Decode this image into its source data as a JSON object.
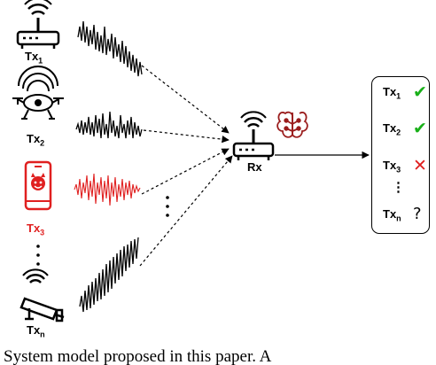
{
  "transmitters": [
    {
      "name": "Tx",
      "index": "1",
      "icon": "router-icon",
      "color": "#000000"
    },
    {
      "name": "Tx",
      "index": "2",
      "icon": "drone-icon",
      "color": "#000000"
    },
    {
      "name": "Tx",
      "index": "3",
      "icon": "malicious-phone-icon",
      "color": "#e02020"
    },
    {
      "name": "Tx",
      "index": "n",
      "icon": "camera-icon",
      "color": "#000000"
    }
  ],
  "receiver": {
    "label": "Rx",
    "icons": [
      "router-icon",
      "neural-brain-icon"
    ]
  },
  "results": [
    {
      "name": "Tx",
      "index": "1",
      "mark": "✔",
      "status": "authenticated",
      "color": "#19b019"
    },
    {
      "name": "Tx",
      "index": "2",
      "mark": "✔",
      "status": "authenticated",
      "color": "#19b019"
    },
    {
      "name": "Tx",
      "index": "3",
      "mark": "✕",
      "status": "rejected",
      "color": "#e02020"
    },
    {
      "name": "Tx",
      "index": "n",
      "mark": "?",
      "status": "unknown",
      "color": "#000000"
    }
  ],
  "ellipsis": "⋮",
  "caption_fragment": "System model proposed in this paper. A"
}
